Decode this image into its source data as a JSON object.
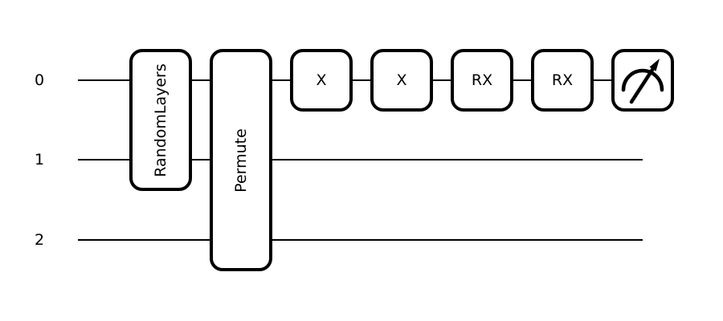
{
  "diagram": {
    "kind": "quantum-circuit",
    "background_color": "#ffffff",
    "line_color": "#000000"
  },
  "wires": [
    {
      "label": "0"
    },
    {
      "label": "1"
    },
    {
      "label": "2"
    }
  ],
  "gates": {
    "random_layers": {
      "label": "RandomLayers",
      "wires_spanned": "0-1"
    },
    "permute": {
      "label": "Permute",
      "wires_spanned": "0-2"
    },
    "x1": {
      "label": "X",
      "wire": "0"
    },
    "x2": {
      "label": "X",
      "wire": "0"
    },
    "rx1": {
      "label": "RX",
      "wire": "0"
    },
    "rx2": {
      "label": "RX",
      "wire": "0"
    },
    "measurement": {
      "icon": "measurement-gauge-icon",
      "wire": "0"
    }
  }
}
